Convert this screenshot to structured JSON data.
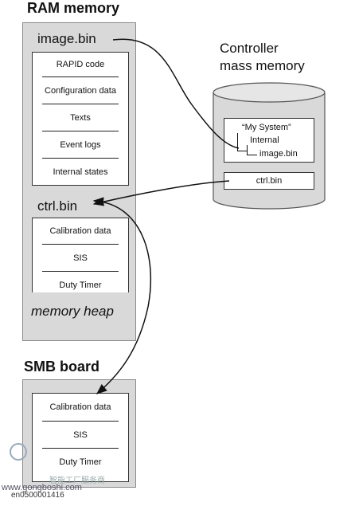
{
  "ram": {
    "title": "RAM memory",
    "image_bin_label": "image.bin",
    "image_items": [
      "RAPID code",
      "Configuration data",
      "Texts",
      "Event logs",
      "Internal states"
    ],
    "ctrl_bin_label": "ctrl.bin",
    "ctrl_items": [
      "Calibration data",
      "SIS",
      "Duty Timer"
    ],
    "heap_label": "memory heap"
  },
  "controller": {
    "title_line1": "Controller",
    "title_line2": "mass memory",
    "tree_root": "“My System”",
    "tree_child": "Internal",
    "tree_leaf": "image.bin",
    "ctrl_bin": "ctrl.bin"
  },
  "smb": {
    "title": "SMB board",
    "items": [
      "Calibration data",
      "SIS",
      "Duty Timer"
    ]
  },
  "footer": {
    "doc_id": "en0500001416",
    "watermark_url": "www.gongboshi.com",
    "watermark_cn": "智能工厂服务商"
  }
}
